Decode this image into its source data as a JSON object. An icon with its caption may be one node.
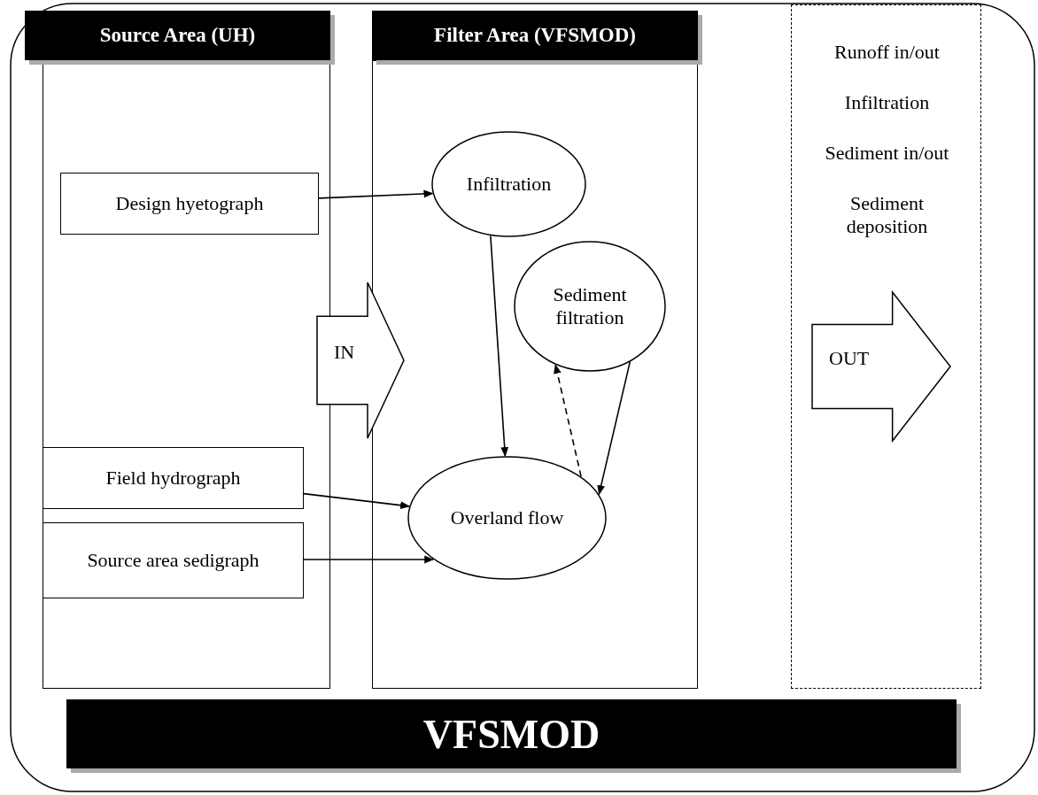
{
  "diagram": {
    "nodes": [
      {
        "text": [
          "Source Area (UH)"
        ]
      },
      {
        "text": [
          "Filter Area (VFSMOD)"
        ]
      },
      {
        "text": [
          "Runoff in/out",
          "Infiltration",
          "Sediment in/out",
          "Sediment deposition"
        ]
      },
      {
        "text": [
          "Design hyetograph"
        ],
        "in": 0
      },
      {
        "text": [
          "Field hydrograph"
        ],
        "in": 0
      },
      {
        "text": [
          "Source area sedigraph"
        ],
        "in": 0
      },
      {
        "text": [
          "Infiltration"
        ],
        "in": 1
      },
      {
        "text": [
          "Sediment filtration"
        ],
        "in": 1
      },
      {
        "text": [
          "Overland flow"
        ],
        "in": 1
      },
      {
        "text": [
          "IN"
        ]
      },
      {
        "text": [
          "OUT"
        ],
        "in": 2
      },
      {
        "text": [
          "VFSMOD"
        ]
      }
    ],
    "edges": [
      {
        "from": 3,
        "to": 6,
        "arrow": "to"
      },
      {
        "from": 6,
        "to": 8,
        "arrow": "to"
      },
      {
        "from": 4,
        "to": 8,
        "arrow": "to"
      },
      {
        "from": 5,
        "to": 8,
        "arrow": "to"
      },
      {
        "from": 7,
        "to": 8,
        "arrow": "to"
      },
      {
        "from": 8,
        "to": 7,
        "arrow": "to",
        "style": "dashed"
      }
    ]
  }
}
